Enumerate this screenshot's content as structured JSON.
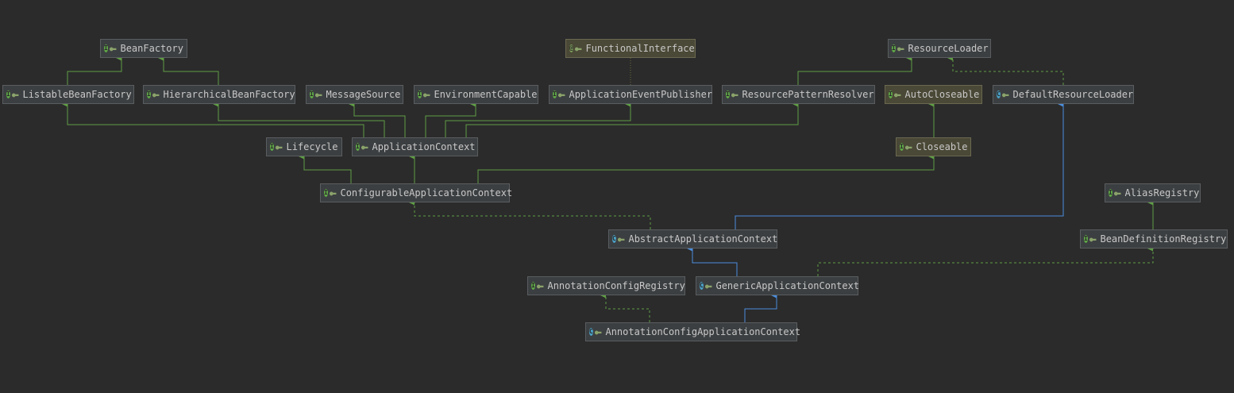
{
  "colors": {
    "background": "#2b2b2b",
    "extends_interface": "#5f9e44",
    "extends_class": "#4b8edd",
    "implements": "#5f9e44",
    "node_bg": "#3c3f41",
    "node_border": "#5a5d60",
    "node_text": "#c8c8c8",
    "external_bg": "#4a4836"
  },
  "nodes": [
    {
      "id": "BeanFactory",
      "label": "BeanFactory",
      "kind": "interface",
      "icon": "interface-icon"
    },
    {
      "id": "FunctionalInterface",
      "label": "FunctionalInterface",
      "kind": "annotation",
      "icon": "annotation-icon"
    },
    {
      "id": "ResourceLoader",
      "label": "ResourceLoader",
      "kind": "interface",
      "icon": "interface-icon"
    },
    {
      "id": "ListableBeanFactory",
      "label": "ListableBeanFactory",
      "kind": "interface",
      "icon": "interface-icon"
    },
    {
      "id": "HierarchicalBeanFactory",
      "label": "HierarchicalBeanFactory",
      "kind": "interface",
      "icon": "interface-icon"
    },
    {
      "id": "MessageSource",
      "label": "MessageSource",
      "kind": "interface",
      "icon": "interface-icon"
    },
    {
      "id": "EnvironmentCapable",
      "label": "EnvironmentCapable",
      "kind": "interface",
      "icon": "interface-icon"
    },
    {
      "id": "ApplicationEventPublisher",
      "label": "ApplicationEventPublisher",
      "kind": "interface",
      "icon": "interface-icon"
    },
    {
      "id": "ResourcePatternResolver",
      "label": "ResourcePatternResolver",
      "kind": "interface",
      "icon": "interface-icon"
    },
    {
      "id": "AutoCloseable",
      "label": "AutoCloseable",
      "kind": "external",
      "icon": "interface-icon"
    },
    {
      "id": "DefaultResourceLoader",
      "label": "DefaultResourceLoader",
      "kind": "class",
      "icon": "class-icon"
    },
    {
      "id": "Lifecycle",
      "label": "Lifecycle",
      "kind": "interface",
      "icon": "interface-icon"
    },
    {
      "id": "ApplicationContext",
      "label": "ApplicationContext",
      "kind": "interface",
      "icon": "interface-icon"
    },
    {
      "id": "Closeable",
      "label": "Closeable",
      "kind": "external",
      "icon": "interface-icon"
    },
    {
      "id": "ConfigurableApplicationContext",
      "label": "ConfigurableApplicationContext",
      "kind": "interface",
      "icon": "interface-icon"
    },
    {
      "id": "AliasRegistry",
      "label": "AliasRegistry",
      "kind": "interface",
      "icon": "interface-icon"
    },
    {
      "id": "AbstractApplicationContext",
      "label": "AbstractApplicationContext",
      "kind": "abstract",
      "icon": "abstract-class-icon"
    },
    {
      "id": "BeanDefinitionRegistry",
      "label": "BeanDefinitionRegistry",
      "kind": "interface",
      "icon": "interface-icon"
    },
    {
      "id": "AnnotationConfigRegistry",
      "label": "AnnotationConfigRegistry",
      "kind": "interface",
      "icon": "interface-icon"
    },
    {
      "id": "GenericApplicationContext",
      "label": "GenericApplicationContext",
      "kind": "class",
      "icon": "class-icon"
    },
    {
      "id": "AnnotationConfigApplicationContext",
      "label": "AnnotationConfigApplicationContext",
      "kind": "class",
      "icon": "class-icon"
    }
  ],
  "edges": [
    {
      "from": "ListableBeanFactory",
      "to": "BeanFactory",
      "type": "extends-interface"
    },
    {
      "from": "HierarchicalBeanFactory",
      "to": "BeanFactory",
      "type": "extends-interface"
    },
    {
      "from": "ApplicationEventPublisher",
      "to": "FunctionalInterface",
      "type": "annotated"
    },
    {
      "from": "ResourcePatternResolver",
      "to": "ResourceLoader",
      "type": "extends-interface"
    },
    {
      "from": "DefaultResourceLoader",
      "to": "ResourceLoader",
      "type": "implements"
    },
    {
      "from": "Closeable",
      "to": "AutoCloseable",
      "type": "extends-interface"
    },
    {
      "from": "ApplicationContext",
      "to": "ListableBeanFactory",
      "type": "extends-interface"
    },
    {
      "from": "ApplicationContext",
      "to": "HierarchicalBeanFactory",
      "type": "extends-interface"
    },
    {
      "from": "ApplicationContext",
      "to": "MessageSource",
      "type": "extends-interface"
    },
    {
      "from": "ApplicationContext",
      "to": "EnvironmentCapable",
      "type": "extends-interface"
    },
    {
      "from": "ApplicationContext",
      "to": "ApplicationEventPublisher",
      "type": "extends-interface"
    },
    {
      "from": "ApplicationContext",
      "to": "ResourcePatternResolver",
      "type": "extends-interface"
    },
    {
      "from": "ConfigurableApplicationContext",
      "to": "Lifecycle",
      "type": "extends-interface"
    },
    {
      "from": "ConfigurableApplicationContext",
      "to": "ApplicationContext",
      "type": "extends-interface"
    },
    {
      "from": "ConfigurableApplicationContext",
      "to": "Closeable",
      "type": "extends-interface"
    },
    {
      "from": "AbstractApplicationContext",
      "to": "ConfigurableApplicationContext",
      "type": "implements"
    },
    {
      "from": "AbstractApplicationContext",
      "to": "DefaultResourceLoader",
      "type": "extends-class"
    },
    {
      "from": "BeanDefinitionRegistry",
      "to": "AliasRegistry",
      "type": "extends-interface"
    },
    {
      "from": "GenericApplicationContext",
      "to": "AbstractApplicationContext",
      "type": "extends-class"
    },
    {
      "from": "GenericApplicationContext",
      "to": "BeanDefinitionRegistry",
      "type": "implements"
    },
    {
      "from": "AnnotationConfigApplicationContext",
      "to": "AnnotationConfigRegistry",
      "type": "implements"
    },
    {
      "from": "AnnotationConfigApplicationContext",
      "to": "GenericApplicationContext",
      "type": "extends-class"
    }
  ]
}
